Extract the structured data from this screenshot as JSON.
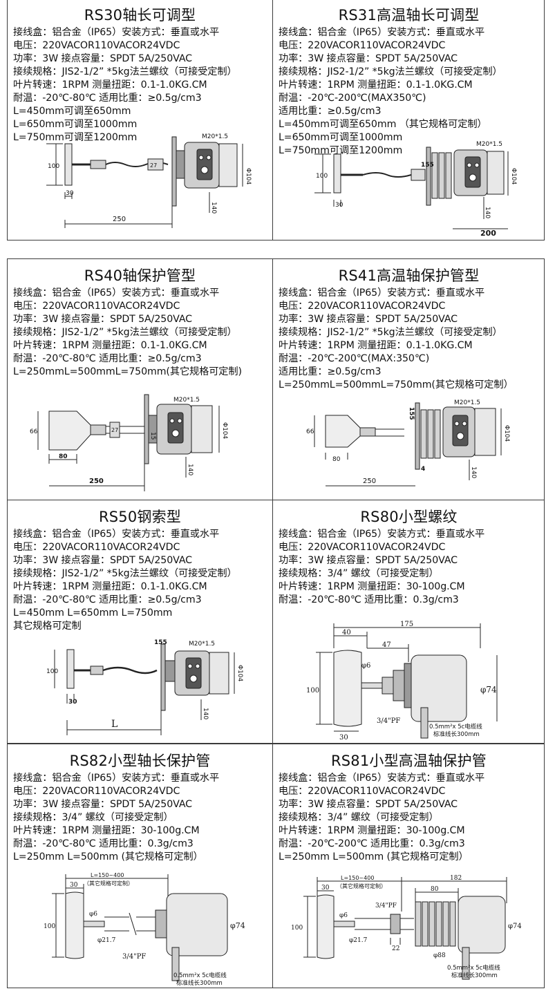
{
  "cells": [
    {
      "id": "rs30",
      "title": "RS30轴长可调型",
      "lines": [
        "接线盒：铝合金（IP65）安装方式：垂直或水平",
        "电压：220VACOR110VACOR24VDC",
        "功率：3W  接点容量：SPDT 5A/250VAC",
        "接续规格：JIS2-1/2” *5kg法兰螺纹（可接受定制）",
        "叶片转速：1RPM    测量扭距：0.1-1.0KG.CM",
        "耐温：-20℃-80℃  适用比重：≥0.5g/cm3",
        "L=450mm可调至650mm",
        "L=650mm可调至1000mm",
        "L=750mm可调至1200mm"
      ],
      "dims": {
        "m20": "M20*1.5",
        "d104": "Φ104",
        "h100": "100",
        "w30": "30",
        "w250": "250",
        "l140": "140",
        "l27": "27"
      }
    },
    {
      "id": "rs31",
      "title": "RS31高温轴长可调型",
      "lines": [
        "接线盒：铝合金（IP65）安装方式：垂直或水平",
        "电压：220VACOR110VACOR24VDC",
        "功率：3W  接点容量：SPDT 5A/250VAC",
        "接续规格：JIS2-1/2” *5kg法兰螺纹（可接受定制）",
        "叶片转速：1RPM    测量扭距：0.1-1.0KG.CM",
        "耐温：-20℃-200℃(MAX350℃)",
        "适用比重：≥0.5g/cm3",
        "L=450mm可调至650mm    （其它规格可定制）",
        "L=650mm可调至1000mm",
        "L=750mm可调至1200mm"
      ],
      "dims": {
        "m20": "M20*1.5",
        "d104": "Φ104",
        "h100": "100",
        "w30": "30",
        "w200": "200",
        "l140": "140",
        "l155": "155"
      }
    },
    {
      "id": "rs40",
      "title": "RS40轴保护管型",
      "lines": [
        "接线盒：铝合金（IP65）安装方式：垂直或水平",
        "电压：220VACOR110VACOR24VDC",
        "功率：3W  接点容量：SPDT 5A/250VAC",
        "接续规格：JIS2-1/2” *5kg法兰螺纹（可接受定制）",
        "叶片转速：1RPM    测量扭距：0.1-1.0KG.CM",
        "耐温：-20℃-80℃  适用比重：≥0.5g/cm3",
        "L=250mmL=500mmL=750mm(其它规格可定制)"
      ],
      "dims": {
        "m20": "M20*1.5",
        "d104": "Φ104",
        "h66": "66",
        "w80": "80",
        "w250": "250",
        "l140": "140",
        "l27": "27",
        "l15": "15"
      }
    },
    {
      "id": "rs41",
      "title": "RS41高温轴保护管型",
      "lines": [
        "接线盒：铝合金（IP65）安装方式：垂直或水平",
        "电压：220VACOR110VACOR24VDC",
        "功率：3W  接点容量：SPDT 5A/250VAC",
        "接续规格：JIS2-1/2” *5kg法兰螺纹（可接受定制）",
        "叶片转速：1RPM    测量扭距：0.1-1.0KG.CM",
        "耐温：-20℃-200℃(MAX:350℃)",
        "适用比重：≥0.5g/cm3",
        "L=250mmL=500mmL=750mm(其它规格可定制）"
      ],
      "dims": {
        "m20": "M20*1.5",
        "d104": "Φ104",
        "h66": "66",
        "w80": "80",
        "w250": "250",
        "l140": "140",
        "l155": "155",
        "l4": "4"
      }
    },
    {
      "id": "rs50",
      "title": "RS50钢索型",
      "lines": [
        "接线盒：铝合金（IP65）安装方式：垂直或水平",
        "电压：220VACOR110VACOR24VDC",
        "功率：3W  接点容量：SPDT 5A/250VAC",
        "接续规格：JIS2-1/2” *5kg法兰螺纹（可接受定制）",
        "叶片转速：1RPM    测量扭距：0.1-1.0KG.CM",
        "耐温：-20℃-80℃  适用比重：≥0.5g/cm3",
        "L=450mm L=650mm L=750mm",
        "其它规格可定制"
      ],
      "dims": {
        "m20": "M20*1.5",
        "d104": "Φ104",
        "h100": "100",
        "w30": "30",
        "wl": "L",
        "l140": "140",
        "l155": "155"
      }
    },
    {
      "id": "rs80",
      "title": "RS80小型螺纹",
      "lines": [
        "接线盒：铝合金（IP65）安装方式：垂直或水平",
        "电压：220VACOR110VACOR24VDC",
        "功率：3W  接点容量：SPDT 5A/250VAC",
        "接续规格：3/4” 螺纹（可接受定制）",
        "叶片转速：1RPM    测量扭距：30-100g.CM",
        "耐温：-20℃-80℃   适用比重：0.3g/cm3"
      ],
      "dims": {
        "w175": "175",
        "w40": "40",
        "w47": "47",
        "d6": "φ6",
        "h100": "100",
        "d74": "φ74",
        "pf": "3/4\"PF",
        "w30": "30",
        "cable1": "0.5mm²x 5c电缆线",
        "cable2": "标准线长300mm"
      }
    },
    {
      "id": "rs82",
      "title": "RS82小型轴长保护管",
      "lines": [
        "接线盒：铝合金（IP65）安装方式：垂直或水平",
        "电压：220VACOR110VACOR24VDC",
        "功率：3W  接点容量：SPDT 5A/250VAC",
        "接续规格：3/4” 螺纹（可接受定制）",
        "叶片转速：1RPM    测量扭距：30-100g.CM",
        "耐温：-20℃-80℃   适用比重：0.3g/cm3",
        "L=250mm L=500mm (其它规格可定制）"
      ],
      "dims": {
        "lrange": "L=150~400",
        "custom": "（其它规格可定制）",
        "w30": "30",
        "d6": "φ6",
        "h100": "100",
        "d217": "φ21.7",
        "d74": "φ74",
        "pf": "3/4\"PF",
        "cable1": "0.5mm²x 5c电缆线",
        "cable2": "标准线长300mm"
      }
    },
    {
      "id": "rs81",
      "title": "RS81小型高温轴保护管",
      "lines": [
        "接线盒：铝合金（IP65）安装方式：垂直或水平",
        "电压：220VACOR110VACOR24VDC",
        "功率：3W  接点容量：SPDT 5A/250VAC",
        "接续规格：3/4” 螺纹（可接受定制）",
        "叶片转速：1RPM    测量扭距：30-100g.CM",
        "耐温：-20℃-200℃   适用比重：0.3g/cm3",
        "L=250mm L=500mm (其它规格可定制）"
      ],
      "dims": {
        "lrange": "L=150~400",
        "custom": "（其它规格可定制）",
        "w30": "30",
        "w182": "182",
        "w80": "80",
        "d6": "φ6",
        "h100": "100",
        "pf": "3/4\"PF",
        "d217": "φ21.7",
        "w22": "22",
        "d88": "φ88",
        "d74": "φ74",
        "cable1": "0.5mm²x 5c电缆线",
        "cable2": "标准线长300mm"
      }
    }
  ]
}
